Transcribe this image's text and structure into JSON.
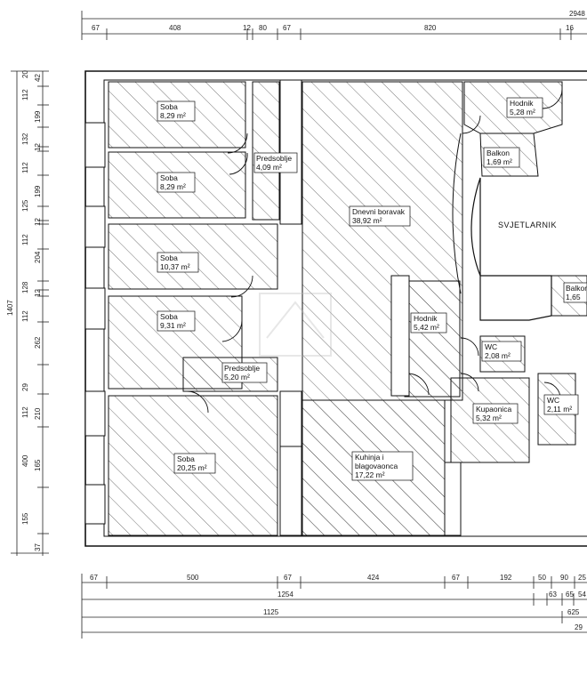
{
  "dimensions": {
    "top_total": "2948",
    "top": [
      "67",
      "408",
      "12",
      "80",
      "67",
      "820",
      "16"
    ],
    "left_total": "1407",
    "left": [
      "42",
      "20",
      "112",
      "199",
      "132",
      "12",
      "112",
      "199",
      "125",
      "12",
      "112",
      "204",
      "128",
      "12",
      "112",
      "262",
      "29",
      "210",
      "112",
      "400",
      "165",
      "155",
      "37"
    ],
    "bottom_row1": [
      "67",
      "500",
      "67",
      "424",
      "67",
      "192",
      "50",
      "90",
      "25"
    ],
    "bottom_row2": [
      "1254",
      "63",
      "65",
      "54"
    ],
    "bottom_row3": [
      "1125",
      "625"
    ],
    "bottom_row4": "29"
  },
  "rooms": [
    {
      "name": "Soba",
      "area": "8,29 m²"
    },
    {
      "name": "Soba",
      "area": "8,29 m²"
    },
    {
      "name": "Soba",
      "area": "10,37 m²"
    },
    {
      "name": "Soba",
      "area": "9,31 m²"
    },
    {
      "name": "Soba",
      "area": "20,25 m²"
    },
    {
      "name": "Predsoblje",
      "area": "4,09 m²"
    },
    {
      "name": "Predsoblje",
      "area": "5,20 m²"
    },
    {
      "name": "Dnevni boravak",
      "area": "38,92 m²"
    },
    {
      "name": "Kuhinja i",
      "name2": "blagovaonca",
      "area": "17,22 m²"
    },
    {
      "name": "Hodnik",
      "area": "5,28 m²"
    },
    {
      "name": "Balkon",
      "area": "1,69 m²"
    },
    {
      "name": "Hodnik",
      "area": "5,42 m²"
    },
    {
      "name": "WC",
      "area": "2,08 m²"
    },
    {
      "name": "Kupaonica",
      "area": "5,32 m²"
    },
    {
      "name": "WC",
      "area": "2,11 m²"
    },
    {
      "name": "Balkon",
      "area": "1,65"
    }
  ],
  "lightwell_label": "SVJETLARNIK"
}
